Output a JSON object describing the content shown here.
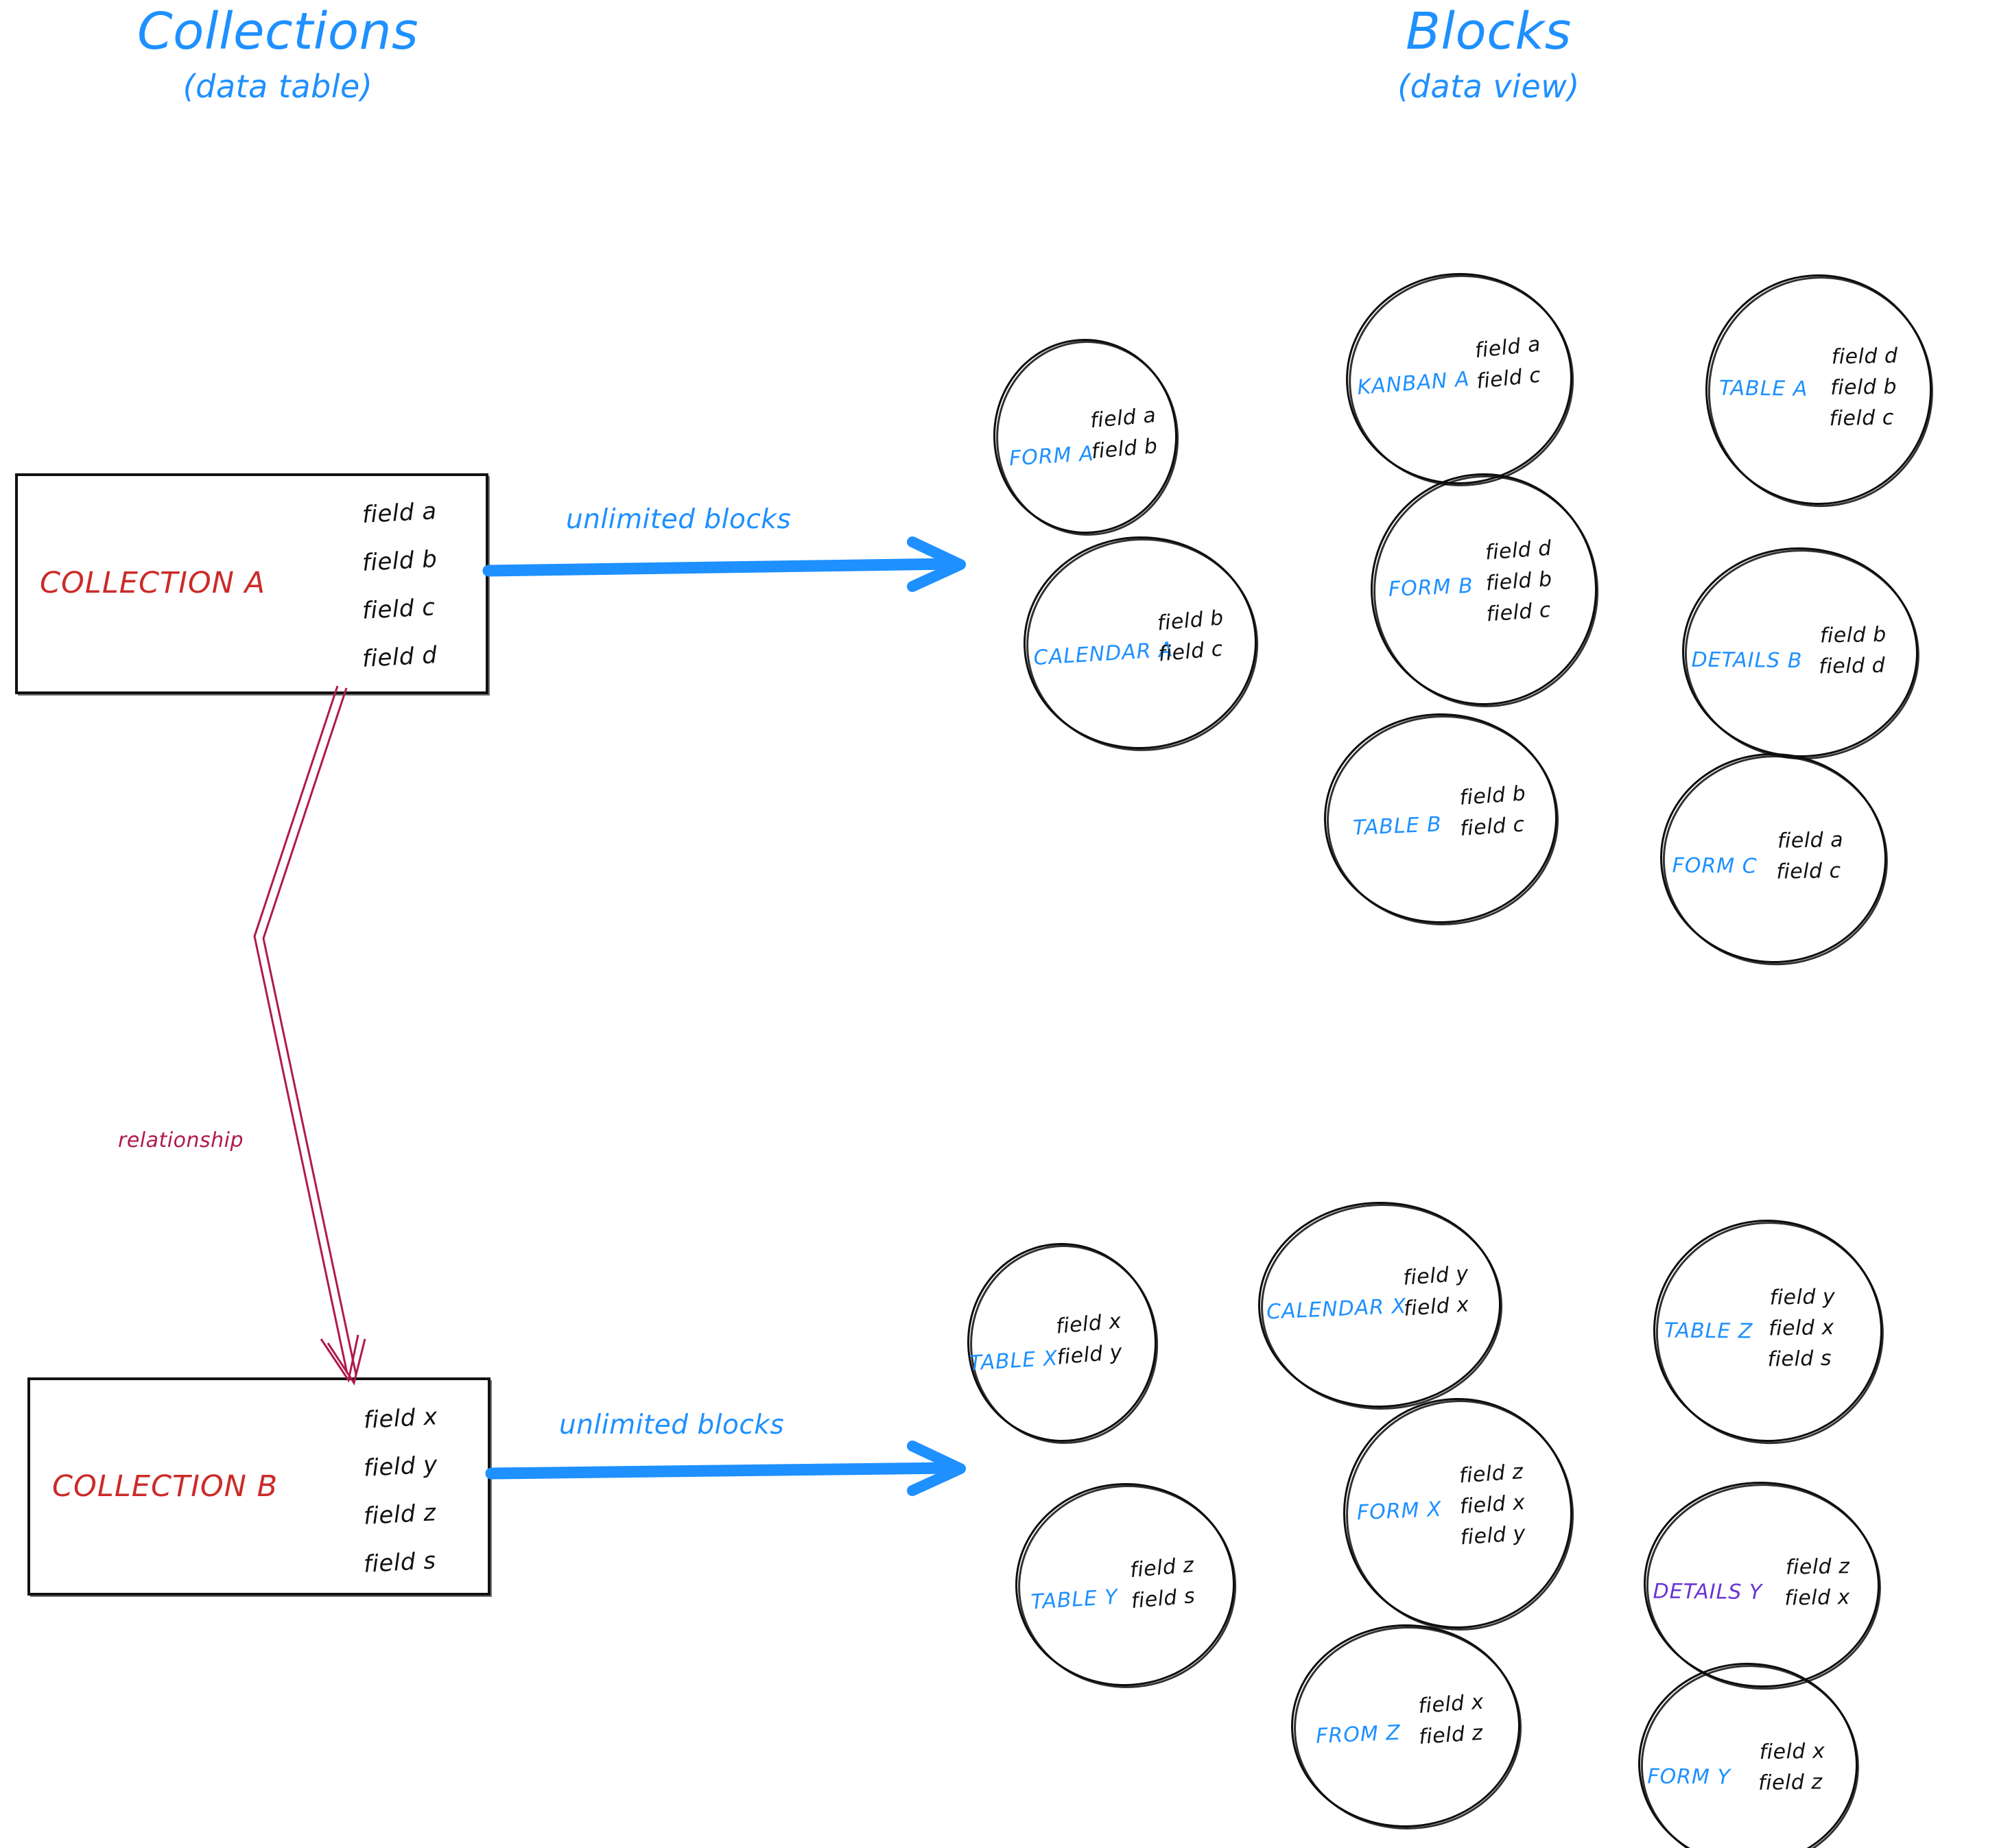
{
  "headers": {
    "left": {
      "title": "Collections",
      "subtitle": "(data table)"
    },
    "right": {
      "title": "Blocks",
      "subtitle": "(data view)"
    }
  },
  "colors": {
    "accent_blue": "#1e90ff",
    "collection_red": "#cb2b28",
    "relationship_magenta": "#b01a4a",
    "details_purple": "#6933d6",
    "ink_black": "#111111",
    "background": "#ffffff"
  },
  "collections": [
    {
      "name": "COLLECTION A",
      "fields": [
        "field a",
        "field b",
        "field c",
        "field d"
      ],
      "arrow_label": "unlimited blocks"
    },
    {
      "name": "COLLECTION B",
      "fields": [
        "field x",
        "field y",
        "field z",
        "field s"
      ],
      "arrow_label": "unlimited blocks"
    }
  ],
  "relationship": {
    "label": "relationship"
  },
  "blocks_group_a": [
    {
      "label": "FORM A",
      "color": "#1e90ff",
      "fields": [
        "field a",
        "field b"
      ]
    },
    {
      "label": "KANBAN A",
      "color": "#1e90ff",
      "fields": [
        "field a",
        "field c"
      ]
    },
    {
      "label": "TABLE A",
      "color": "#1e90ff",
      "fields": [
        "field d",
        "field b",
        "field c"
      ]
    },
    {
      "label": "CALENDAR A",
      "color": "#1e90ff",
      "fields": [
        "field b",
        "field c"
      ]
    },
    {
      "label": "FORM B",
      "color": "#1e90ff",
      "fields": [
        "field d",
        "field b",
        "field c"
      ]
    },
    {
      "label": "DETAILS B",
      "color": "#1e90ff",
      "fields": [
        "field b",
        "field d"
      ]
    },
    {
      "label": "TABLE B",
      "color": "#1e90ff",
      "fields": [
        "field b",
        "field c"
      ]
    },
    {
      "label": "FORM C",
      "color": "#1e90ff",
      "fields": [
        "field a",
        "field c"
      ]
    }
  ],
  "blocks_group_b": [
    {
      "label": "TABLE X",
      "color": "#1e90ff",
      "fields": [
        "field x",
        "field y"
      ]
    },
    {
      "label": "CALENDAR X",
      "color": "#1e90ff",
      "fields": [
        "field y",
        "field x"
      ]
    },
    {
      "label": "TABLE Z",
      "color": "#1e90ff",
      "fields": [
        "field y",
        "field x",
        "field s"
      ]
    },
    {
      "label": "TABLE Y",
      "color": "#1e90ff",
      "fields": [
        "field z",
        "field s"
      ]
    },
    {
      "label": "FORM X",
      "color": "#1e90ff",
      "fields": [
        "field z",
        "field x",
        "field y"
      ]
    },
    {
      "label": "DETAILS Y",
      "color": "#6933d6",
      "fields": [
        "field z",
        "field x"
      ]
    },
    {
      "label": "FROM Z",
      "color": "#1e90ff",
      "fields": [
        "field x",
        "field z"
      ]
    },
    {
      "label": "FORM Y",
      "color": "#1e90ff",
      "fields": [
        "field x",
        "field z"
      ]
    }
  ]
}
